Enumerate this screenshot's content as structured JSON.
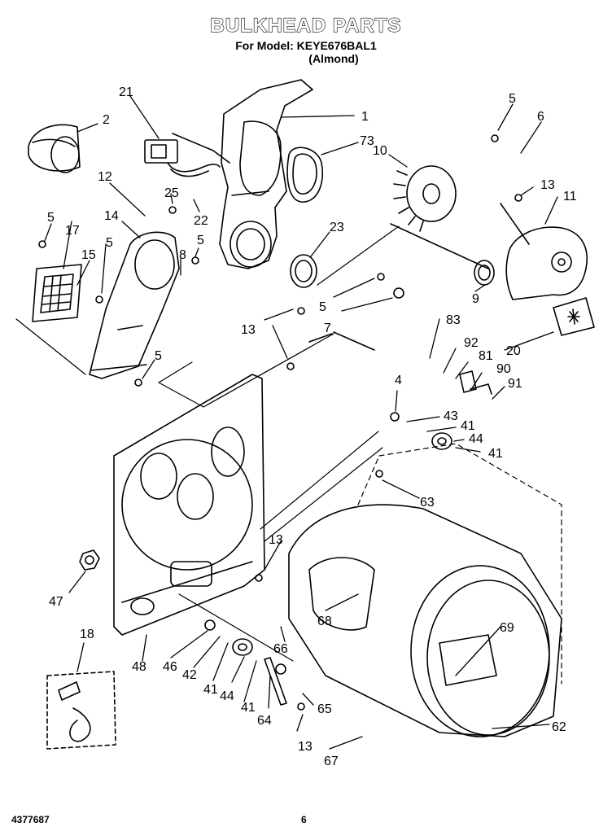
{
  "header": {
    "title": "BULKHEAD PARTS",
    "model_line": "For Model: KEYE676BAL1",
    "color_line": "(Almond)"
  },
  "footer": {
    "doc_number": "4377687",
    "page_number": "6"
  },
  "callouts": [
    "1",
    "2",
    "4",
    "5",
    "5",
    "5",
    "5",
    "5",
    "5",
    "6",
    "7",
    "8",
    "9",
    "10",
    "11",
    "12",
    "13",
    "13",
    "13",
    "13",
    "13",
    "14",
    "15",
    "17",
    "18",
    "20",
    "21",
    "22",
    "23",
    "25",
    "41",
    "41",
    "41",
    "41",
    "42",
    "43",
    "44",
    "44",
    "46",
    "47",
    "48",
    "62",
    "63",
    "64",
    "65",
    "66",
    "67",
    "68",
    "69",
    "73",
    "81",
    "83",
    "90",
    "91",
    "92"
  ]
}
